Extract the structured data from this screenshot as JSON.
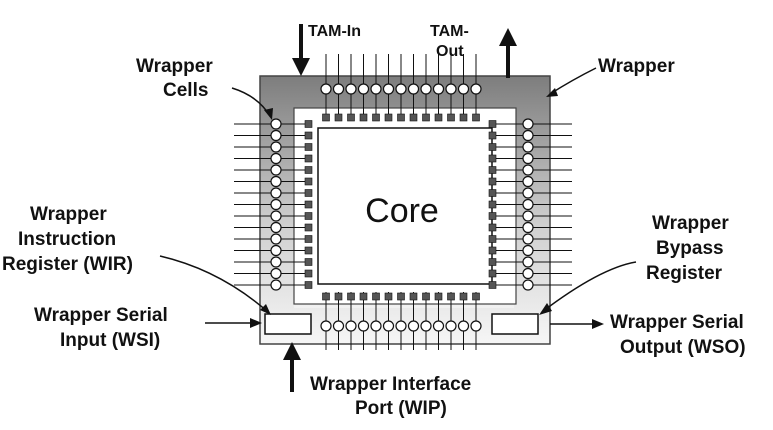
{
  "labels": {
    "tam_in": "TAM-In",
    "tam_out_1": "TAM-",
    "tam_out_2": "Out",
    "wrapper_cells_1": "Wrapper",
    "wrapper_cells_2": "Cells",
    "wrapper": "Wrapper",
    "wir_1": "Wrapper",
    "wir_2": "Instruction",
    "wir_3": "Register (WIR)",
    "bypass_1": "Wrapper",
    "bypass_2": "Bypass",
    "bypass_3": "Register",
    "wsi_1": "Wrapper Serial",
    "wsi_2": "Input (WSI)",
    "wso_1": "Wrapper Serial",
    "wso_2": "Output (WSO)",
    "wip_1": "Wrapper Interface",
    "wip_2": "Port (WIP)",
    "core": "Core"
  },
  "colors": {
    "wrapper_border": "#7a7a7a",
    "wrapper_gradient_light": "#f4f4f4",
    "core_fill": "#ffffff",
    "terminal_fill": "#555555",
    "line": "#111111"
  }
}
